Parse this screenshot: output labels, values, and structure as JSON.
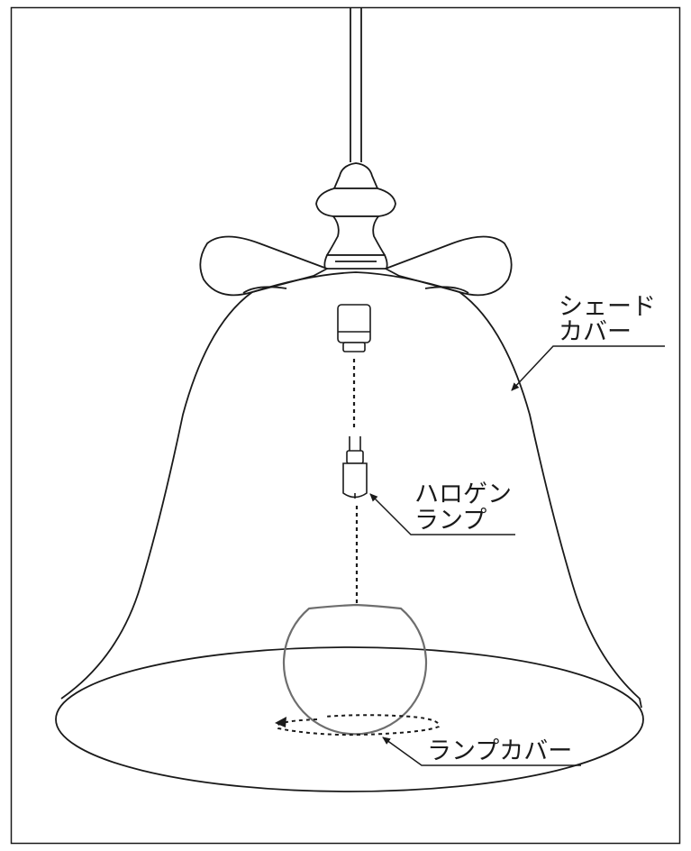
{
  "labels": {
    "shade_cover_line1": "シェード",
    "shade_cover_line2": "カバー",
    "halogen_lamp_line1": "ハロゲン",
    "halogen_lamp_line2": "ランプ",
    "lamp_cover": "ランプカバー"
  },
  "colors": {
    "line": "#1a1a1a",
    "globe": "#6e6e6e",
    "background": "#ffffff"
  }
}
